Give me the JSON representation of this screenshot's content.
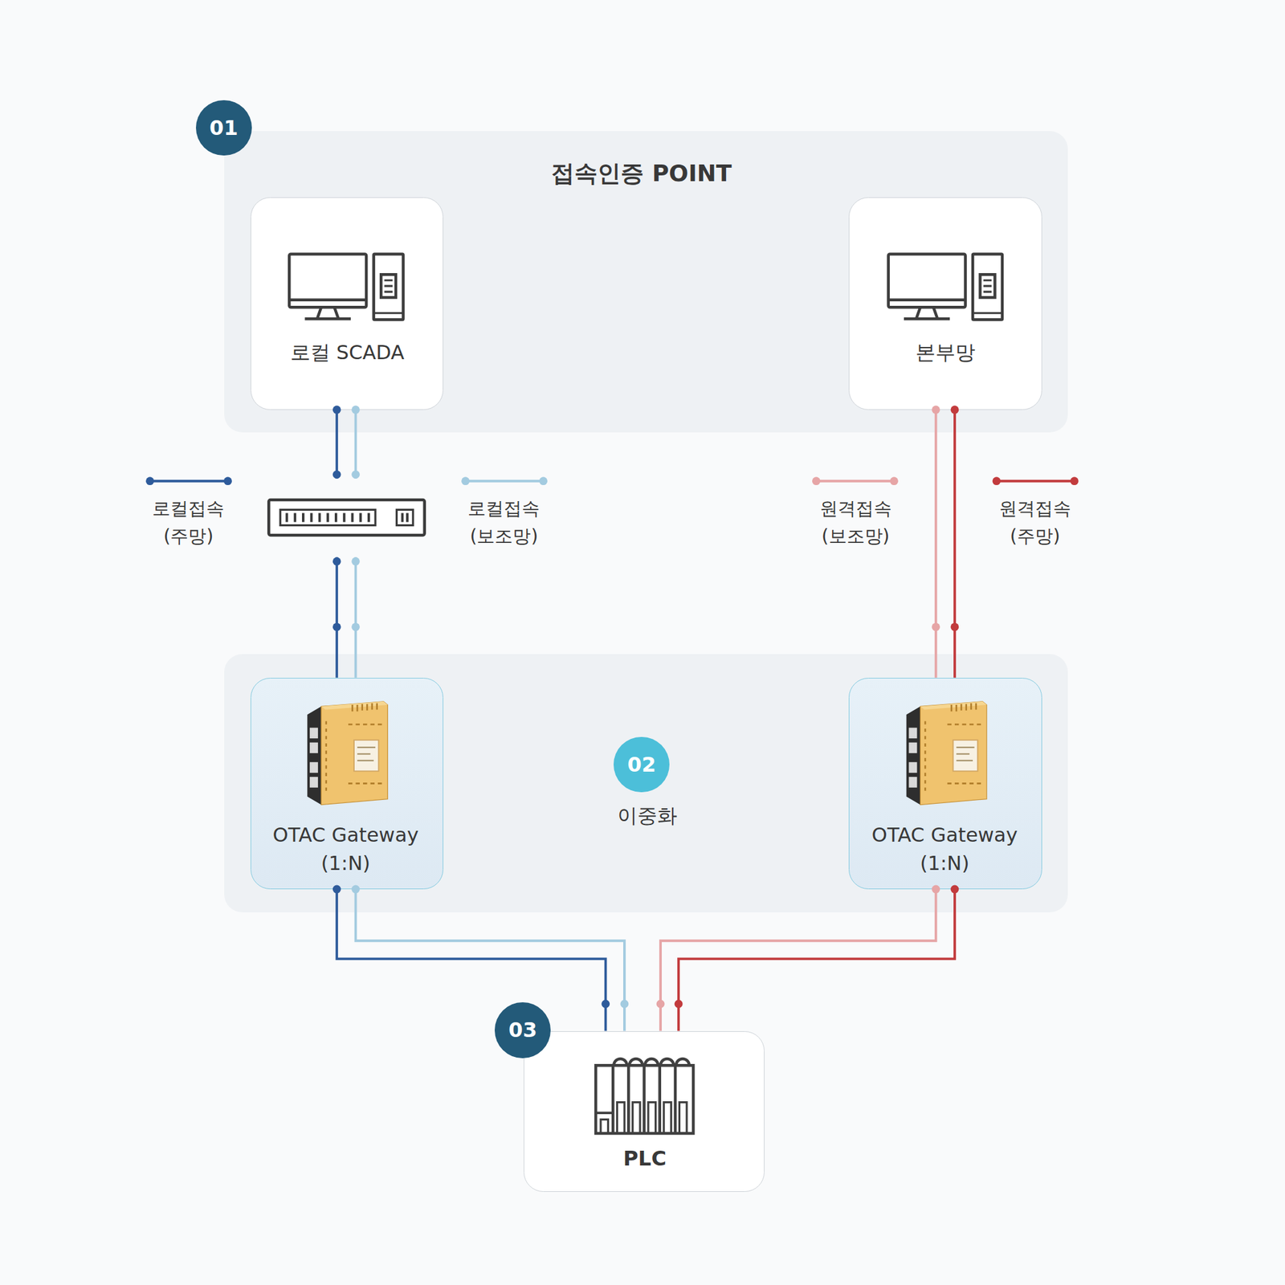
{
  "diagram": {
    "nodes": [
      {
        "text": [
          "접속인증 POINT"
        ]
      },
      {
        "text": [
          "로컬 SCADA"
        ],
        "in": 0
      },
      {
        "text": [
          "본부망"
        ],
        "in": 0
      },
      {
        "text": [
          "이중화"
        ]
      },
      {
        "text": [
          "OTAC Gateway (1:N)"
        ],
        "in": 3
      },
      {
        "text": [
          "OTAC Gateway (1:N)"
        ],
        "in": 3
      },
      {
        "text": [
          "PLC"
        ]
      }
    ],
    "edges": [
      {
        "from": 1,
        "to": 4,
        "arrow": "none"
      },
      {
        "from": 1,
        "to": 4,
        "arrow": "none"
      },
      {
        "from": 2,
        "to": 5,
        "arrow": "none"
      },
      {
        "from": 2,
        "to": 5,
        "arrow": "none"
      },
      {
        "from": 4,
        "to": 6,
        "arrow": "none"
      },
      {
        "from": 4,
        "to": 6,
        "arrow": "none"
      },
      {
        "from": 5,
        "to": 6,
        "arrow": "none"
      },
      {
        "from": 5,
        "to": 6,
        "arrow": "none"
      }
    ],
    "labels": [
      "01",
      "02",
      "03"
    ],
    "legend": [
      {
        "text": "로컬접속 (주망)"
      },
      {
        "text": "로컬접속 (보조망)"
      },
      {
        "text": "원격접속 (보조망)"
      },
      {
        "text": "원격접속 (주망)"
      }
    ]
  }
}
